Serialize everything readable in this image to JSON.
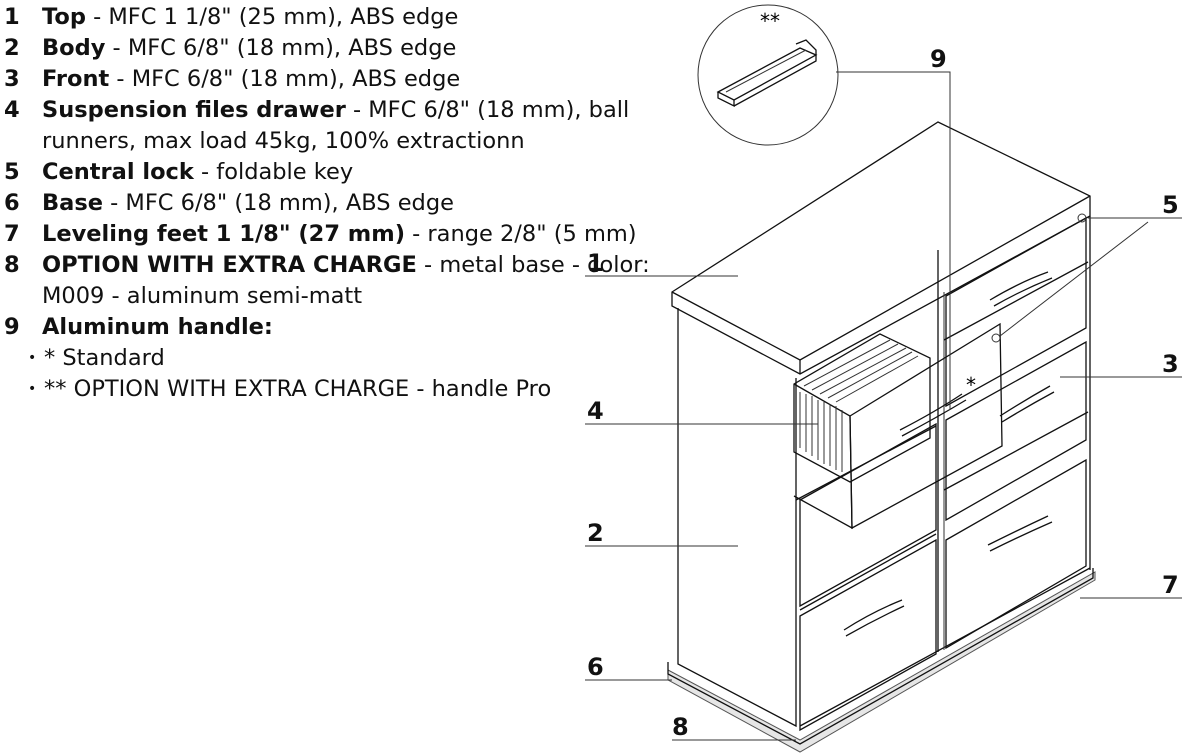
{
  "specs": [
    {
      "num": "1",
      "name": "Top",
      "desc": " - MFC 1 1/8\" (25 mm), ABS edge"
    },
    {
      "num": "2",
      "name": "Body",
      "desc": " - MFC 6/8\" (18 mm), ABS edge"
    },
    {
      "num": "3",
      "name": "Front",
      "desc": " - MFC 6/8\" (18 mm), ABS edge"
    },
    {
      "num": "4",
      "name": "Suspension files drawer",
      "desc": " - MFC 6/8\" (18 mm), ball runners, max load 45kg, 100% extractionn"
    },
    {
      "num": "5",
      "name": "Central lock",
      "desc": " - foldable key"
    },
    {
      "num": "6",
      "name": "Base",
      "desc": " - MFC 6/8\" (18 mm), ABS edge"
    },
    {
      "num": "7",
      "name": "Leveling feet 1 1/8\" (27 mm)",
      "desc": " - range 2/8\" (5 mm)"
    },
    {
      "num": "8",
      "name": "OPTION WITH EXTRA CHARGE",
      "desc": " - metal base - color: M009 - aluminum semi-matt"
    },
    {
      "num": "9",
      "name": "Aluminum handle:",
      "desc": ""
    }
  ],
  "handle_options": [
    {
      "bullet": "•",
      "text": "* Standard"
    },
    {
      "bullet": "•",
      "text": "** OPTION WITH EXTRA CHARGE - handle Pro"
    }
  ],
  "callouts": {
    "c1": "1",
    "c2": "2",
    "c3": "3",
    "c4": "4",
    "c5": "5",
    "c6": "6",
    "c7": "7",
    "c8": "8",
    "c9": "9",
    "standard_mark": "*",
    "option_mark": "**"
  }
}
